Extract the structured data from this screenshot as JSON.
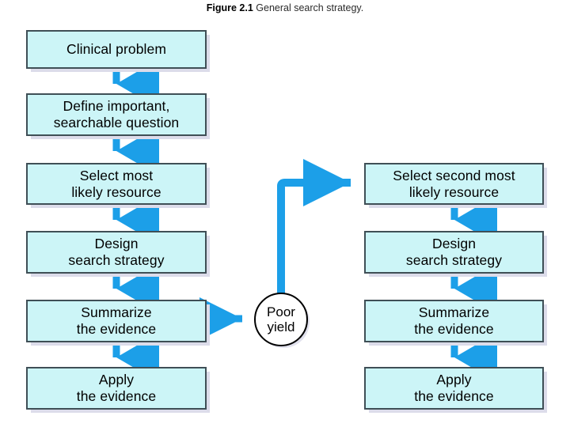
{
  "caption": {
    "figure_label": "Figure 2.1",
    "text": "General search strategy."
  },
  "colors": {
    "box_fill": "#ccf5f7",
    "box_border": "#3f4f56",
    "box_shadow": "#dcdcea",
    "arrow": "#1c9fe8",
    "circle_border": "#000000",
    "circle_fill": "#ffffff",
    "text": "#000000",
    "background": "#ffffff"
  },
  "flow": {
    "left_column": [
      {
        "id": "clinical-problem",
        "label": "Clinical problem"
      },
      {
        "id": "define-question",
        "label": "Define important,\nsearchable question"
      },
      {
        "id": "select-resource",
        "label": "Select most\nlikely resource"
      },
      {
        "id": "design-strategy",
        "label": "Design\nsearch strategy"
      },
      {
        "id": "summarize-evidence",
        "label": "Summarize\nthe evidence"
      },
      {
        "id": "apply-evidence",
        "label": "Apply\nthe evidence"
      }
    ],
    "decision": {
      "id": "poor-yield",
      "label": "Poor\nyield"
    },
    "right_column": [
      {
        "id": "select-second-resource",
        "label": "Select second most\nlikely resource"
      },
      {
        "id": "design-strategy-2",
        "label": "Design\nsearch strategy"
      },
      {
        "id": "summarize-evidence-2",
        "label": "Summarize\nthe evidence"
      },
      {
        "id": "apply-evidence-2",
        "label": "Apply\nthe evidence"
      }
    ],
    "connectors": [
      {
        "id": "arrow-clinical-to-define",
        "type": "arrow-down"
      },
      {
        "id": "arrow-define-to-select",
        "type": "arrow-down"
      },
      {
        "id": "arrow-select-to-design",
        "type": "arrow-down"
      },
      {
        "id": "arrow-design-to-summarize",
        "type": "arrow-down"
      },
      {
        "id": "arrow-summarize-to-apply",
        "type": "arrow-down"
      },
      {
        "id": "arrow-summarize-to-poor-yield",
        "type": "arrow-right"
      },
      {
        "id": "arrow-poor-yield-to-second",
        "type": "elbow-up-right"
      },
      {
        "id": "arrow-second-to-design2",
        "type": "arrow-down"
      },
      {
        "id": "arrow-design2-to-summarize2",
        "type": "arrow-down"
      },
      {
        "id": "arrow-summarize2-to-apply2",
        "type": "arrow-down"
      }
    ]
  }
}
